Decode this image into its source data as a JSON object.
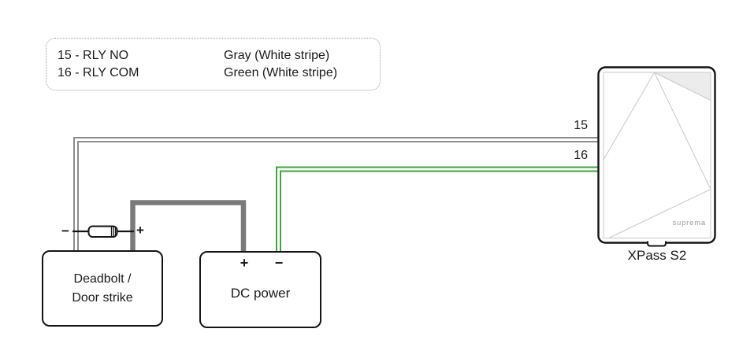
{
  "legend": {
    "rows": [
      {
        "pin": "15 - RLY NO",
        "wire": "Gray (White stripe)"
      },
      {
        "pin": "16 - RLY COM",
        "wire": "Green (White stripe)"
      }
    ]
  },
  "wire_labels": {
    "relay_no": "15",
    "relay_com": "16"
  },
  "device": {
    "model": "XPass S2",
    "brand": "suprema"
  },
  "deadbolt": {
    "line1": "Deadbolt /",
    "line2": "Door strike",
    "minus_sign": "−",
    "plus_sign": "+"
  },
  "dc_power": {
    "label": "DC power",
    "plus_sign": "+",
    "minus_sign": "−"
  },
  "colors": {
    "wire_gray": "#8d8d8d",
    "wire_green": "#3fa63c",
    "wire_thick_gray": "#7a7a7a",
    "wire_stripe_white": "#ffffff",
    "device_border": "#141414",
    "panel_line": "#c8c8c8",
    "panel_shade": "#ececec"
  }
}
